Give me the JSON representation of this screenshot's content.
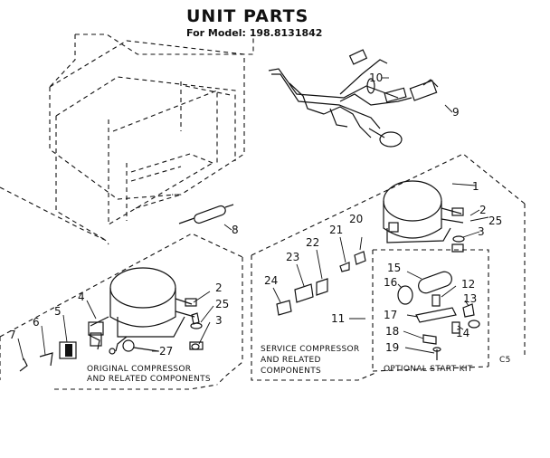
{
  "header": {
    "title": "UNIT PARTS",
    "model_line": "For Model: 198.8131842"
  },
  "callouts": {
    "n1": "1",
    "n2a": "2",
    "n2b": "2",
    "n3a": "3",
    "n3b": "3",
    "n4": "4",
    "n5": "5",
    "n6": "6",
    "n7": "7",
    "n8": "8",
    "n9": "9",
    "n10": "10",
    "n11": "11",
    "n12": "12",
    "n13": "13",
    "n14": "14",
    "n15": "15",
    "n16": "16",
    "n17": "17",
    "n18": "18",
    "n19": "19",
    "n20": "20",
    "n21": "21",
    "n22": "22",
    "n23": "23",
    "n24": "24",
    "n25a": "25",
    "n25b": "25",
    "n27": "27"
  },
  "captions": {
    "original_line1": "ORIGINAL COMPRESSOR",
    "original_line2": "AND RELATED COMPONENTS",
    "service_line1": "SERVICE COMPRESSOR",
    "service_line2": "AND RELATED",
    "service_line3": "COMPONENTS",
    "optional": "OPTIONAL START KIT",
    "code": "C5"
  }
}
